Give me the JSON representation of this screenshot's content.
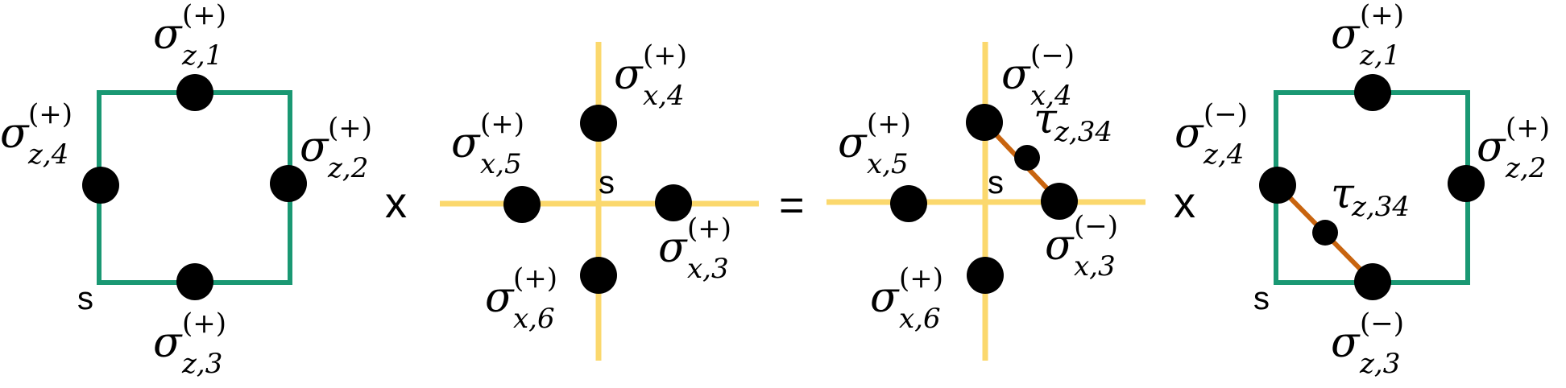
{
  "colors": {
    "plaquette": "#1a9873",
    "vertex": "#fbd86d",
    "string": "#c8640f",
    "dot": "#000000"
  },
  "operators": {
    "times": "x",
    "equals": "="
  },
  "vertex_label": "s",
  "panels": [
    {
      "id": "plaquette-before",
      "kind": "plaquette",
      "labels": [
        {
          "greek": "σ",
          "sub": "z,1",
          "sup": "(+)"
        },
        {
          "greek": "σ",
          "sub": "z,2",
          "sup": "(+)"
        },
        {
          "greek": "σ",
          "sub": "z,3",
          "sup": "(+)"
        },
        {
          "greek": "σ",
          "sub": "z,4",
          "sup": "(+)"
        }
      ]
    },
    {
      "id": "star-before",
      "kind": "star",
      "labels": [
        {
          "greek": "σ",
          "sub": "x,4",
          "sup": "(+)"
        },
        {
          "greek": "σ",
          "sub": "x,3",
          "sup": "(+)"
        },
        {
          "greek": "σ",
          "sub": "x,6",
          "sup": "(+)"
        },
        {
          "greek": "σ",
          "sub": "x,5",
          "sup": "(+)"
        }
      ]
    },
    {
      "id": "star-after",
      "kind": "star",
      "labels": [
        {
          "greek": "σ",
          "sub": "x,4",
          "sup": "(−)"
        },
        {
          "greek": "σ",
          "sub": "x,3",
          "sup": "(−)"
        },
        {
          "greek": "σ",
          "sub": "x,6",
          "sup": "(+)"
        },
        {
          "greek": "σ",
          "sub": "x,5",
          "sup": "(+)"
        }
      ],
      "tau": {
        "greek": "τ",
        "sub": "z,34"
      }
    },
    {
      "id": "plaquette-after",
      "kind": "plaquette",
      "labels": [
        {
          "greek": "σ",
          "sub": "z,1",
          "sup": "(+)"
        },
        {
          "greek": "σ",
          "sub": "z,2",
          "sup": "(+)"
        },
        {
          "greek": "σ",
          "sub": "z,3",
          "sup": "(−)"
        },
        {
          "greek": "σ",
          "sub": "z,4",
          "sup": "(−)"
        }
      ],
      "tau": {
        "greek": "τ",
        "sub": "z,34"
      }
    }
  ]
}
